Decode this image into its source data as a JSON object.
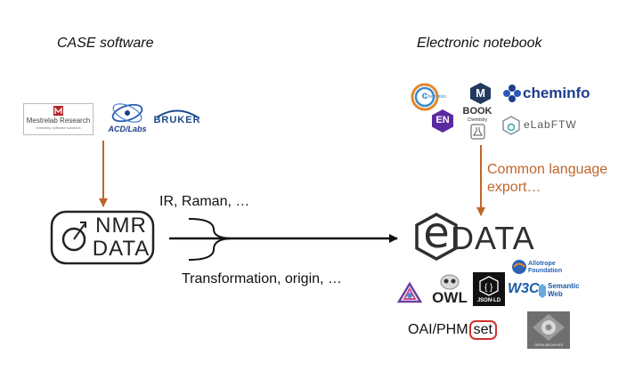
{
  "headings": {
    "case_software": "CASE software",
    "electronic_notebook": "Electronic notebook"
  },
  "case_logos": {
    "mestrelab": "Mestrelab Research",
    "mestrelab_tag": "chemistry software solutions",
    "acd": "ACD/Labs",
    "bruker": "BRUKER"
  },
  "nmr_logo": {
    "line1": "NMR",
    "line2": "DATA"
  },
  "flows": {
    "top": "IR, Raman, …",
    "bottom": "Transformation, origin, …"
  },
  "common_language": {
    "line1": "Common language",
    "line2": "export…"
  },
  "notebook_logos": {
    "chemotion": "Chemotion",
    "chemotion_short": "c",
    "mnova_letter": "M",
    "cheminfo": "cheminfo",
    "en": "EN",
    "book_line1": "BOOK",
    "book_line2": "Chemistry",
    "elabftw": "eLabFTW"
  },
  "edata": {
    "letter": "e",
    "text": "DATA"
  },
  "standards": {
    "allotrope": "Allotrope Foundation",
    "owl": "OWL",
    "jsonld": "JSON-LD",
    "w3c": "W3C",
    "semantic_web": "Semantic Web"
  },
  "oai": {
    "prefix": "OAI/PHM",
    "boxed": "set",
    "archives_caption": "OPEN ARCHIVES"
  },
  "colors": {
    "arrow_orange": "#c0652a",
    "edata_dark": "#2f2f2f"
  }
}
